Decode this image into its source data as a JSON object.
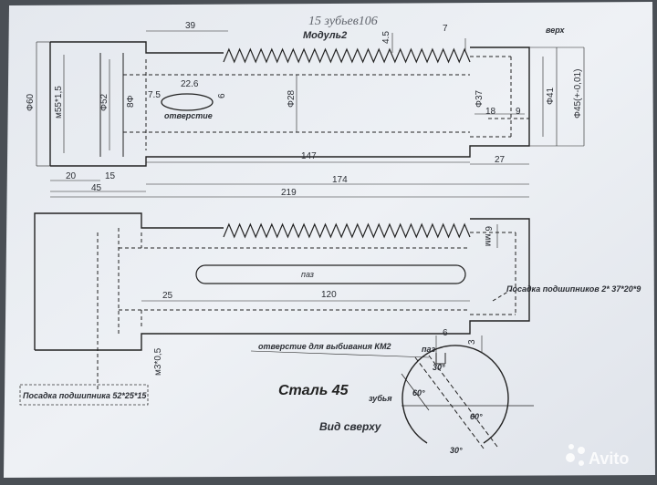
{
  "handwritten_note": "15 зубьев106",
  "top_view": {
    "corner_label": "верх",
    "module_label": "Модуль2",
    "hole_label": "отверстие",
    "dims": {
      "d60": "Φ60",
      "m55": "м55*1,5",
      "d52": "Φ52",
      "d8": "8Φ",
      "d28": "Φ28",
      "d37": "Φ37",
      "d41": "Φ41",
      "d45": "Φ45(+-0,01)",
      "len39": "39",
      "tooth45": "4.5",
      "pitch7": "7",
      "hole226": "22.6",
      "hole75": "7.5",
      "hole6": "6",
      "len18": "18",
      "len9": "9",
      "len20": "20",
      "len15": "15",
      "len45": "45",
      "len147": "147",
      "len174": "174",
      "len27": "27",
      "len219": "219"
    }
  },
  "bottom_view": {
    "slot_label": "паз",
    "dims": {
      "len25": "25",
      "len120": "120",
      "mm6": "6 мм",
      "m3": "м3*0,5"
    },
    "bearing_right": "Посадка подшипников 2* 37*20*9",
    "bearing_left": "Посадка подшипника 52*25*15"
  },
  "section": {
    "hole_note": "отверстие для выбивания КМ2",
    "slot_label": "паз",
    "teeth_label": "зубья",
    "title": "Вид сверху",
    "dims": {
      "d6": "6",
      "d3": "3",
      "a30a": "30°",
      "a60a": "60°",
      "a60b": "60°",
      "a30b": "30°"
    }
  },
  "material": "Сталь 45",
  "watermark": "Avito"
}
